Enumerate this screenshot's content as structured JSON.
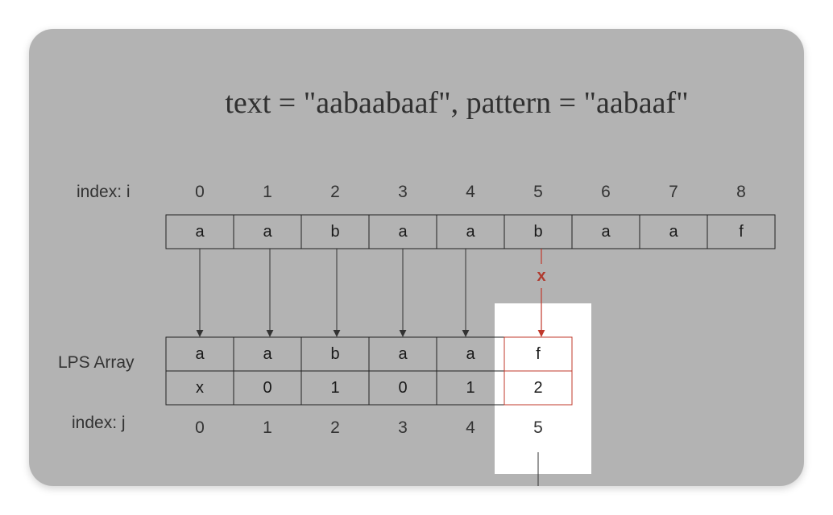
{
  "title": "text = \"aabaabaaf\", pattern = \"aabaaf\"",
  "text_row": {
    "label": "index: i",
    "indices": [
      "0",
      "1",
      "2",
      "3",
      "4",
      "5",
      "6",
      "7",
      "8"
    ],
    "chars": [
      "a",
      "a",
      "b",
      "a",
      "a",
      "b",
      "a",
      "a",
      "f"
    ]
  },
  "lps": {
    "label": "LPS Array",
    "index_label": "index: j",
    "pattern_chars": [
      "a",
      "a",
      "b",
      "a",
      "a",
      "f"
    ],
    "values": [
      "x",
      "0",
      "1",
      "0",
      "1",
      "2"
    ],
    "indices": [
      "0",
      "1",
      "2",
      "3",
      "4",
      "5"
    ],
    "highlight_index": 5
  },
  "mismatch_mark": "x",
  "colors": {
    "panel": "#b3b3b3",
    "highlight": "#c0392b",
    "arrow": "#333333"
  }
}
